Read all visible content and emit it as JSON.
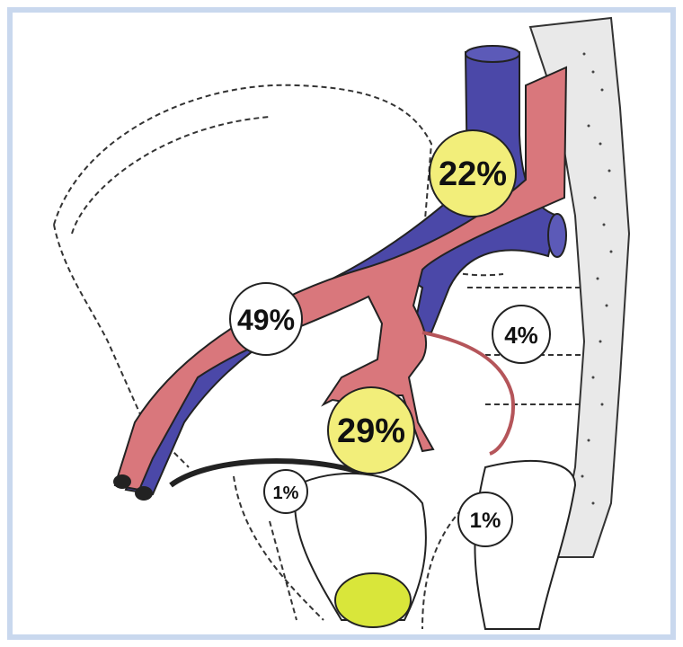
{
  "colors": {
    "artery": "#d9777c",
    "vein": "#4b48a8",
    "yellow_badge": "#f2ee7a",
    "white_badge": "#ffffff",
    "frame": "#c9d8ee",
    "bone_dots": "#555555",
    "prostate": "#d9e63a"
  },
  "labels": [
    {
      "id": "aorta",
      "text": "22%",
      "style": "yellow",
      "size": "large"
    },
    {
      "id": "iliac",
      "text": "49%",
      "style": "white",
      "size": "medium"
    },
    {
      "id": "internal-iliac",
      "text": "29%",
      "style": "yellow",
      "size": "large"
    },
    {
      "id": "sacral",
      "text": "4%",
      "style": "white",
      "size": "small"
    },
    {
      "id": "pelvic-left",
      "text": "1%",
      "style": "white",
      "size": "small"
    },
    {
      "id": "rectal",
      "text": "1%",
      "style": "white",
      "size": "small"
    }
  ]
}
